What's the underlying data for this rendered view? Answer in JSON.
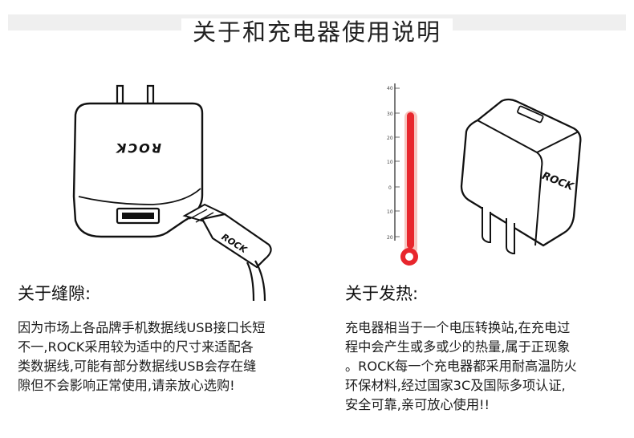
{
  "page": {
    "title": "关于和充电器使用说明"
  },
  "sections": [
    {
      "heading": "关于缝隙:",
      "lines": [
        "因为市场上各品牌手机数据线USB接口长短",
        "不一,ROCK采用较为适中的尺寸来适配各",
        "类数据线,可能有部分数据线USB会存在缝",
        "隙但不会影响正常使用,请亲放心选购!"
      ]
    },
    {
      "heading": "关于发热:",
      "lines": [
        "充电器相当于一个电压转换站,在充电过",
        "程中会产生或多或少的热量,属于正现象",
        "。ROCK每一个充电器都采用耐高温防火",
        "环保材料,经过国家3C及国际多项认证,",
        "安全可靠,亲可放心使用!!"
      ]
    }
  ],
  "illustrations": {
    "charger_logo": "ROCK",
    "cable_logo": "ROCK",
    "charger2_logo": "ROCK",
    "thermometer_ticks": [
      "40",
      "30",
      "20",
      "10",
      "0",
      "10",
      "20"
    ],
    "thermometer_color": "#e8262d",
    "thermometer_glow": "#f7a8a0"
  }
}
